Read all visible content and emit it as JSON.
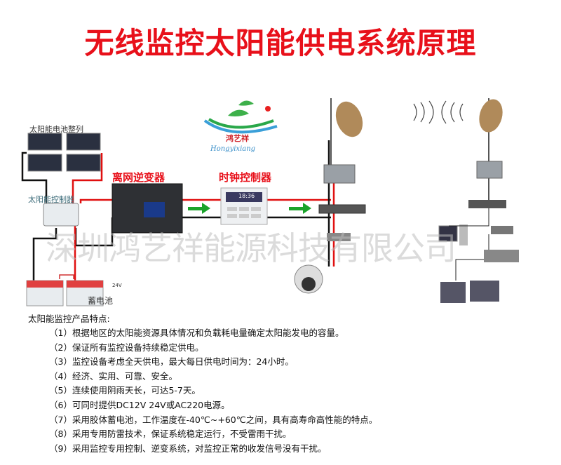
{
  "title": "无线监控太阳能供电系统原理",
  "logo": {
    "cn": "鸿艺祥",
    "en": "Hongyixiang"
  },
  "labels": {
    "solar_array": "太阳能电池整列",
    "solar_controller": "太阳能控制器",
    "battery": "蓄电池",
    "battery_voltage": "24V",
    "inverter": "离网逆变器",
    "clock_controller": "时钟控制器",
    "clock_display": "18:36"
  },
  "watermark": "深圳鸿艺祥能源科技有限公司",
  "features": {
    "heading": "太阳能监控产品特点:",
    "items": [
      "（1）根据地区的太阳能资源具体情况和负载耗电量确定太阳能发电的容量。",
      "（2）保证所有监控设备持续稳定供电。",
      "（3）监控设备考虑全天供电，最大每日供电时间为：24小时。",
      "（4）经济、实用、可靠、安全。",
      "（5）连续使用阴雨天长，可达5-7天。",
      "（6）可同时提供DC12V  24V或AC220电源。",
      "（7）采用胶体蓄电池，工作温度在-40℃~+60℃之间，具有高寿命高性能的特点。",
      "（8）采用专用防雷技术，保证系统稳定运行，不受雷雨干扰。",
      "（9）采用监控专用控制、逆变系统，对监控正常的收发信号没有干扰。"
    ]
  },
  "colors": {
    "title": "#e8101a",
    "arrow": "#1aa32a",
    "wire_pos": "#e01010",
    "wire_neg": "#111111"
  }
}
